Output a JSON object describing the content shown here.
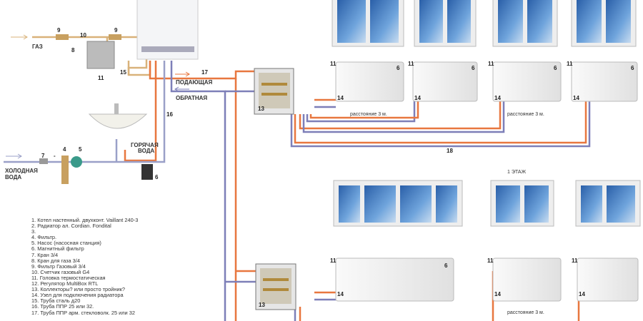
{
  "labels": {
    "gas": "ГАЗ",
    "cold_water_1": "ХОЛОДНАЯ",
    "cold_water_2": "ВОДА",
    "hot_water_1": "ГОРЯЧАЯ",
    "hot_water_2": "ВОДА",
    "supply": "ПОДАЮЩАЯ",
    "return": "ОБРАТНАЯ",
    "floor": "1 ЭТАЖ",
    "distance": "расстояние 3 м."
  },
  "numbers": {
    "n4": "4",
    "n5": "5",
    "n6": "6",
    "n7": "7",
    "n8": "8",
    "n9": "9",
    "n10": "10",
    "n11": "11",
    "n13": "13",
    "n14": "14",
    "n15": "15",
    "n16": "16",
    "n17": "17",
    "n18": "18",
    "dash": "-"
  },
  "legend": [
    "1. Котел настенный. двухконт. Vaillant 240-3",
    "2. Радиатор ал. Cordian. Fondital",
    "3.",
    "4. Фильтр.",
    "5. Насос (насосная станция)",
    "6. Магнитный фильтр",
    "7. Кран 3/4",
    "8. Кран для газа 3/4",
    "9. Фильтр Газовый 3/4",
    "10. Счетчик газовый G4",
    "11. Головка термостатическая",
    "12. Регулятор MultiBox RTL",
    "13. Коллекторы? или просто тройник?",
    "14. Узел для подключения радиатора",
    "15. Труба сталь д20",
    "16. Труба ППР 25 или 32.",
    "17. Труба ППР арм. стекловолк. 25 или 32"
  ],
  "colors": {
    "supply": "#e8773f",
    "return": "#7d7fb8",
    "gas": "#d9b27a",
    "water": "#9aa0c8",
    "glass": "#3c78c0"
  }
}
